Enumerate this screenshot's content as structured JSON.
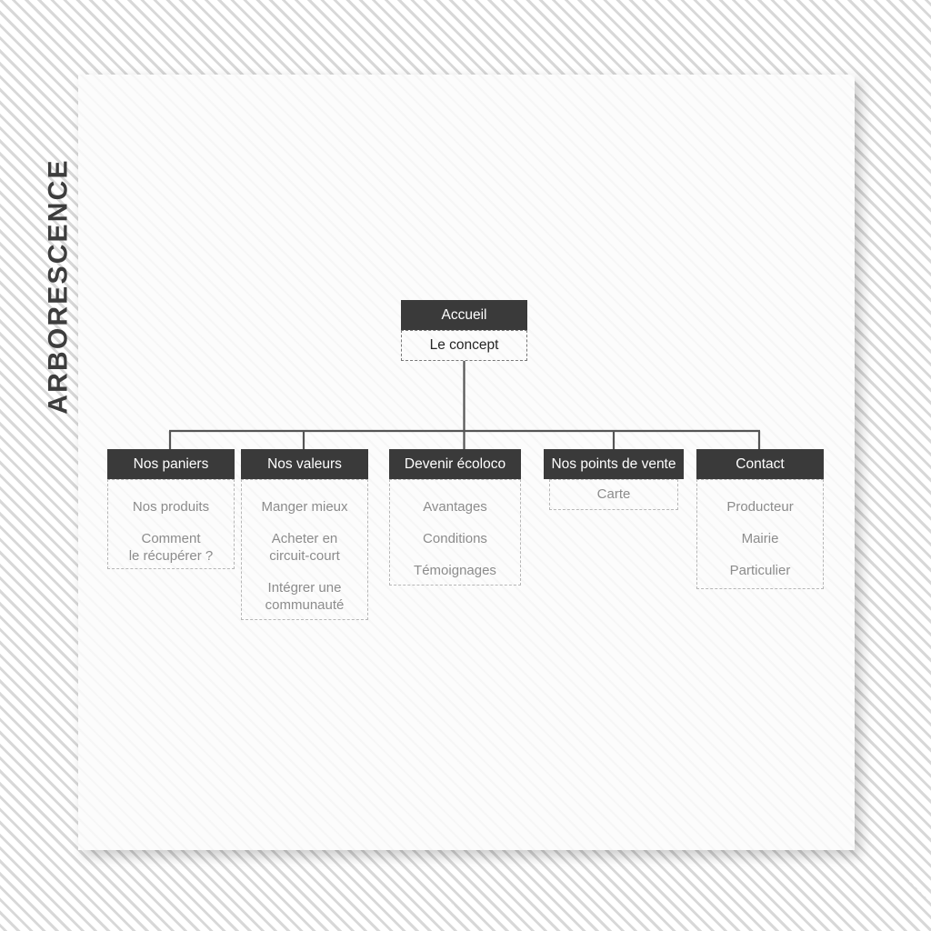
{
  "page": {
    "side_title": "ARBORESCENCE"
  },
  "colors": {
    "header_bg": "#3a3a3a",
    "header_text": "#ffffff",
    "sub_text": "#8c8c8c",
    "dash_border": "#b7b7b7",
    "connector": "#555555",
    "card_bg": "#fcfcfc"
  },
  "tree": {
    "root": {
      "header": "Accueil",
      "sub": "Le concept"
    },
    "branches": [
      {
        "header": "Nos paniers",
        "items": [
          "Nos produits",
          "Comment\nle récupérer ?"
        ]
      },
      {
        "header": "Nos valeurs",
        "items": [
          "Manger mieux",
          "Acheter en\ncircuit-court",
          "Intégrer une\ncommunauté"
        ]
      },
      {
        "header": "Devenir écoloco",
        "items": [
          "Avantages",
          "Conditions",
          "Témoignages"
        ]
      },
      {
        "header": "Nos points de vente",
        "items": [
          "Carte"
        ]
      },
      {
        "header": "Contact",
        "items": [
          "Producteur",
          "Mairie",
          "Particulier"
        ]
      }
    ]
  }
}
